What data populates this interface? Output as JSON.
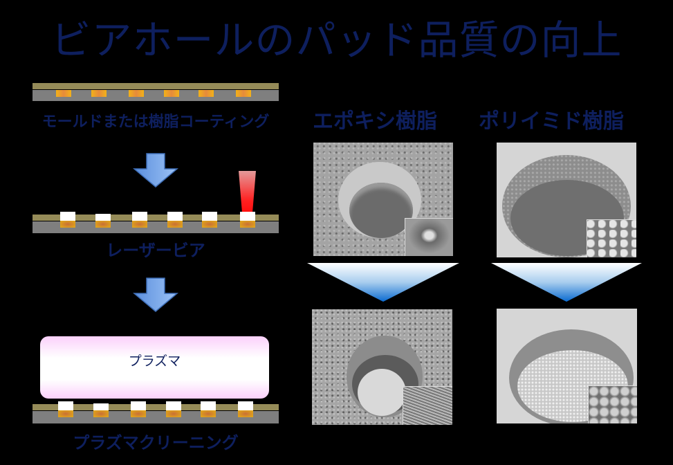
{
  "title": "ビアホールのパッド品質の向上",
  "steps": [
    {
      "label": "モールドまたは樹脂コーティング"
    },
    {
      "label": "レーザービア"
    },
    {
      "label": "プラズマクリーニング"
    }
  ],
  "plasma_box": {
    "label": "プラズマ"
  },
  "columns": [
    {
      "header": "エポキシ樹脂",
      "before_image": "sem-epoxy-before",
      "after_image": "sem-epoxy-after"
    },
    {
      "header": "ポリイミド樹脂",
      "before_image": "sem-polyimide-before",
      "after_image": "sem-polyimide-after"
    }
  ],
  "colors": {
    "title": "#0e1f5e",
    "resin_layer": "#958b58",
    "substrate": "#7f7f7f",
    "pad": "#f3b218",
    "arrow": "#6fa0e8",
    "laser": "#ff0000",
    "plasma_box": "#fbd0fb",
    "triangle_tip": "#0a6ad0"
  }
}
